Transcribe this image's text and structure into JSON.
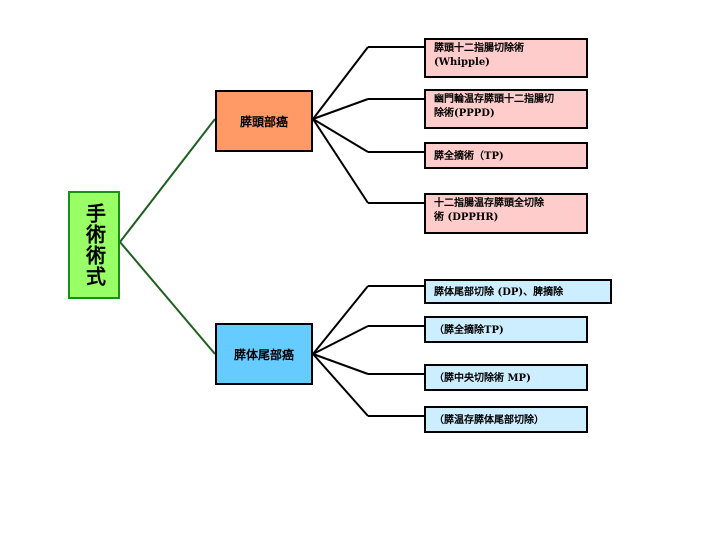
{
  "root": {
    "label": "手術術式",
    "color": "#99ff66",
    "border_color": "#129312",
    "connector_color": "#1f5f1f"
  },
  "branches": [
    {
      "label": "膵頭部癌",
      "color": "#ff9966",
      "leaf_color": "#ffcccc",
      "leaves": [
        "膵頭十二指腸切除術\n(Whipple)",
        "幽門輪温存膵頭十二指腸切\n除術(PPPD)",
        "膵全摘術（TP)",
        "十二指腸温存膵頭全切除\n術 (DPPHR)"
      ]
    },
    {
      "label": "膵体尾部癌",
      "color": "#66ccff",
      "leaf_color": "#cceeff",
      "leaves": [
        "膵体尾部切除 (DP)、脾摘除",
        "（膵全摘除TP)",
        "（膵中央切除術 MP)",
        "（膵温存膵体尾部切除）"
      ]
    }
  ]
}
